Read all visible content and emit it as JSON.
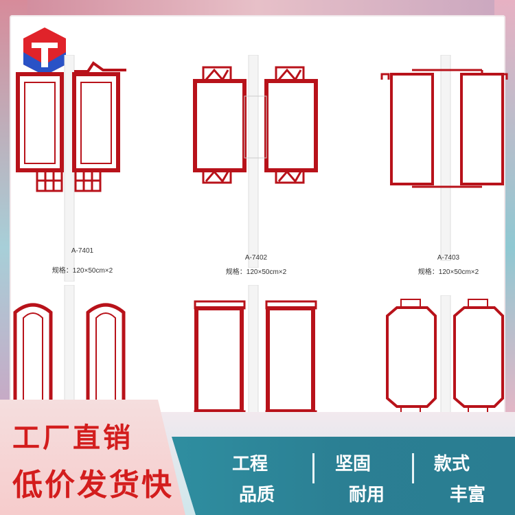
{
  "products": [
    {
      "code": "A-7401",
      "spec": "规格：120×50cm×2"
    },
    {
      "code": "A-7402",
      "spec": "规格：120×50cm×2"
    },
    {
      "code": "A-7403",
      "spec": "规格：120×50cm×2"
    }
  ],
  "promo": {
    "line1": "工厂直销",
    "line2": "低价发货快"
  },
  "features": [
    {
      "top": "工程",
      "bottom": "品质"
    },
    {
      "top": "坚固",
      "bottom": "耐用"
    },
    {
      "top": "款式",
      "bottom": "丰富"
    }
  ],
  "colors": {
    "frame_red": "#b8121a",
    "pole_white": "#f4f4f4",
    "promo_red": "#d31d1d",
    "teal": "#2b7f93"
  }
}
